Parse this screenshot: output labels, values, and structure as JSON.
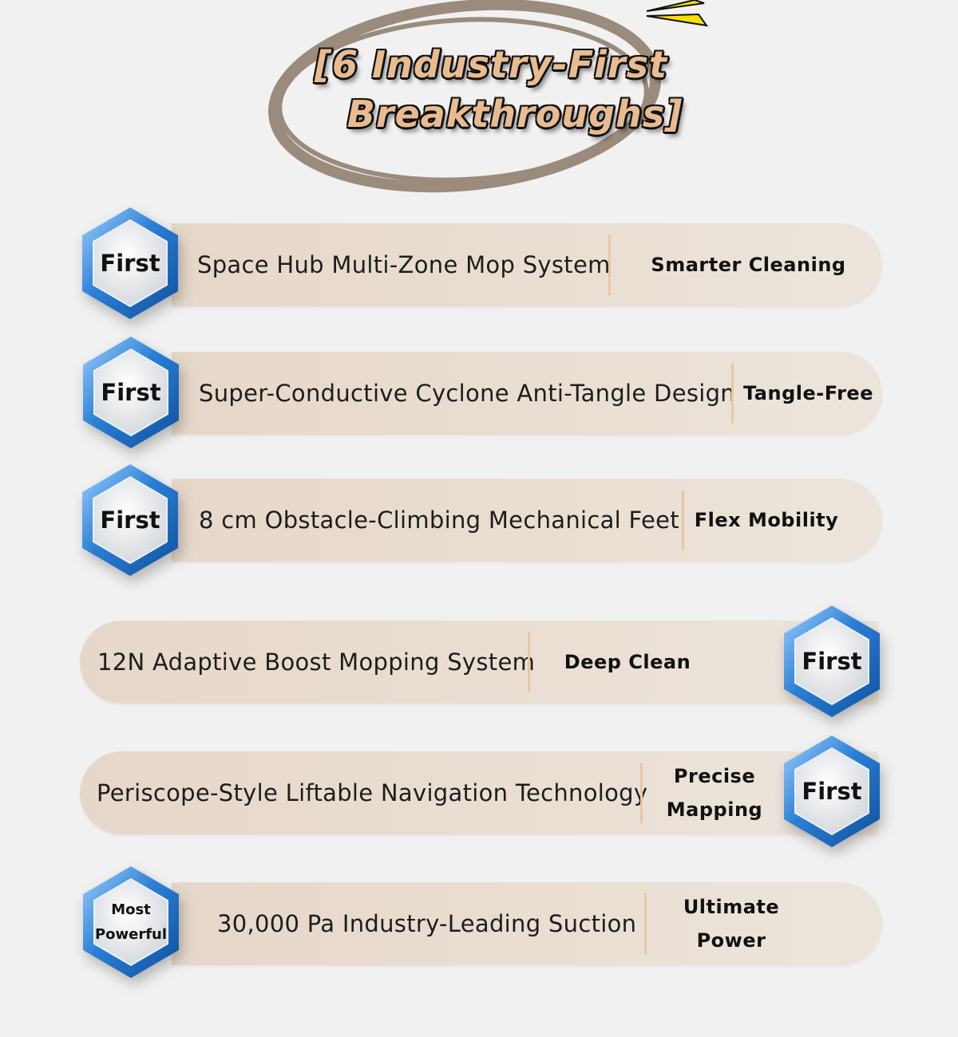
{
  "title": {
    "line1": "[6 Industry-First",
    "line2": "Breakthroughs]"
  },
  "colors": {
    "title_fill": "#e8bb90",
    "pill": "#e6d8c9",
    "divider": "#e8c7a3",
    "hex_blue": "#2a7fd4",
    "accent_yellow": "#f5e000"
  },
  "rows": [
    {
      "badge": "First",
      "feature": "Space Hub Multi-Zone Mop System",
      "tag": "Smarter Cleaning"
    },
    {
      "badge": "First",
      "feature": "Super-Conductive Cyclone Anti-Tangle Design",
      "tag": "Tangle-Free"
    },
    {
      "badge": "First",
      "feature": "8 cm  Obstacle-Climbing Mechanical Feet",
      "tag": "Flex Mobility"
    },
    {
      "badge": "First",
      "feature": "12N Adaptive Boost Mopping System",
      "tag": "Deep Clean"
    },
    {
      "badge": "First",
      "feature": "Periscope-Style Liftable Navigation Technology",
      "tag_line1": "Precise",
      "tag_line2": "Mapping"
    },
    {
      "badge_line1": "Most",
      "badge_line2": "Powerful",
      "feature": "30,000 Pa Industry-Leading Suction",
      "tag_line1": "Ultimate",
      "tag_line2": "Power"
    }
  ]
}
